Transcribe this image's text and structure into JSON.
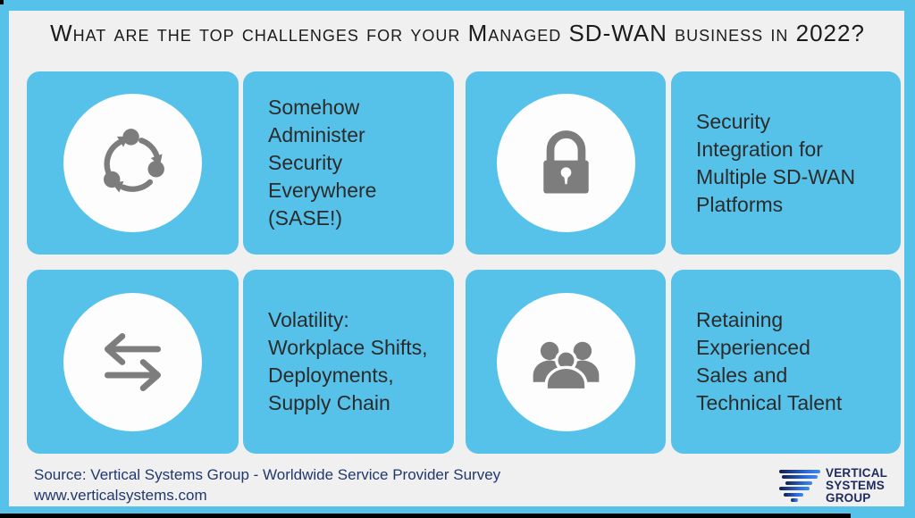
{
  "title": "What are the top challenges for your Managed SD-WAN business in 2022?",
  "quadrants": [
    {
      "id": "sase",
      "icon": "cycle-icon",
      "text": "Somehow\nAdminister\nSecurity\nEverywhere\n(SASE!)"
    },
    {
      "id": "security-integration",
      "icon": "lock-icon",
      "text": "Security\nIntegration for\nMultiple SD-WAN\nPlatforms"
    },
    {
      "id": "volatility",
      "icon": "transfer-arrows-icon",
      "text": "Volatility:\nWorkplace Shifts,\nDeployments,\nSupply Chain"
    },
    {
      "id": "talent",
      "icon": "people-group-icon",
      "text": "Retaining\nExperienced\nSales and\nTechnical Talent"
    }
  ],
  "footer": {
    "source_line_1": "Source: Vertical Systems Group - Worldwide Service Provider Survey",
    "source_line_2": "www.verticalsystems.com",
    "logo": {
      "line_1": "VERTICAL",
      "line_2": "SYSTEMS",
      "line_3": "GROUP"
    }
  },
  "colors": {
    "accent_blue": "#57C2E9",
    "panel_bg": "#F0F0F1",
    "icon_gray": "#7D7D7D",
    "tile_text": "#2B2B2B",
    "title_text": "#1B1B1B",
    "source_navy": "#21386B",
    "logo_navy": "#1D2A5B"
  }
}
